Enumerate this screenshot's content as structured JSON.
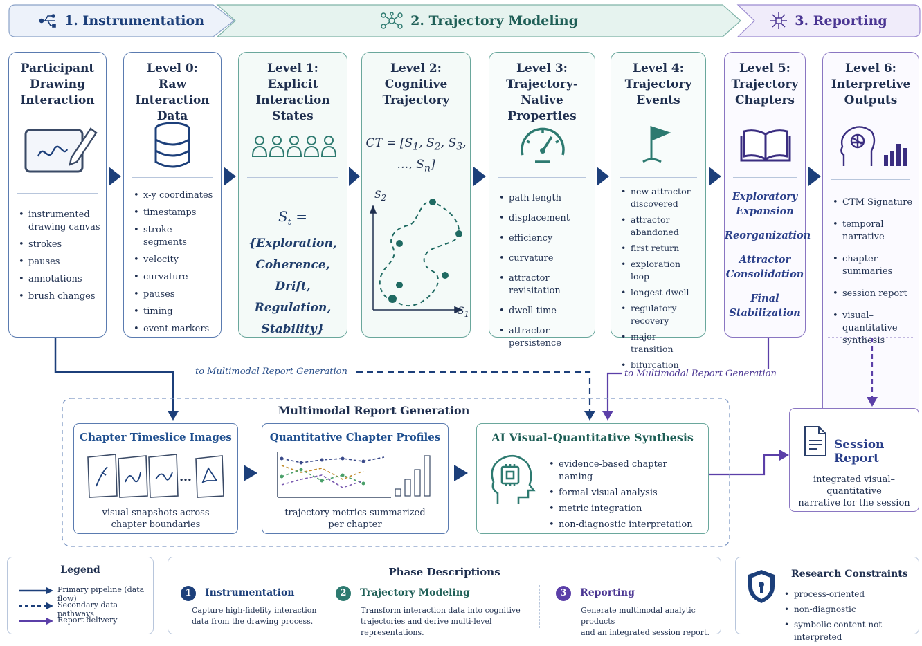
{
  "phases": [
    {
      "label": "1. Instrumentation",
      "icon": "usb-flow-icon"
    },
    {
      "label": "2. Trajectory Modeling",
      "icon": "network-icon"
    },
    {
      "label": "3. Reporting",
      "icon": "hub-icon"
    }
  ],
  "columns": {
    "participant": {
      "title": [
        "Participant",
        "Drawing",
        "Interaction"
      ],
      "items": [
        "instrumented drawing canvas",
        "strokes",
        "pauses",
        "annotations",
        "brush changes"
      ]
    },
    "level0": {
      "title": [
        "Level 0:",
        "Raw Interaction",
        "Data"
      ],
      "items": [
        "x-y coordinates",
        "timestamps",
        "stroke segments",
        "velocity",
        "curvature",
        "pauses",
        "timing",
        "event markers"
      ]
    },
    "level1": {
      "title": [
        "Level 1:",
        "Explicit Interaction",
        "States"
      ],
      "formula_lhs": "S",
      "formula_sub": "t",
      "formula_eq": "=",
      "formula_lines": [
        "{Exploration,",
        "Coherence, Drift,",
        "Regulation,",
        "Stability}"
      ]
    },
    "level2": {
      "title": [
        "Level 2:",
        "Cognitive",
        "Trajectory"
      ],
      "formula_line1": "CT = [S",
      "formula_line1_sub": [
        "1",
        "2",
        "3"
      ],
      "formula_line2": "…, S",
      "formula_line2_sub": "n",
      "axis_y": "S",
      "axis_y_sub": "2",
      "axis_x": "S",
      "axis_x_sub": "1"
    },
    "level3": {
      "title": [
        "Level 3:",
        "Trajectory-Native",
        "Properties"
      ],
      "items": [
        "path length",
        "displacement",
        "efficiency",
        "curvature",
        "attractor revisitation",
        "dwell time",
        "attractor persistence"
      ]
    },
    "level4": {
      "title": [
        "Level 4:",
        "Trajectory",
        "Events"
      ],
      "items": [
        "new attractor discovered",
        "attractor abandoned",
        "first return",
        "exploration loop",
        "longest dwell",
        "regulatory recovery",
        "major transition",
        "bifurcation"
      ]
    },
    "level5": {
      "title": [
        "Level 5:",
        "Trajectory",
        "Chapters"
      ],
      "chapters": [
        [
          "Exploratory",
          "Expansion"
        ],
        [
          "Reorganization"
        ],
        [
          "Attractor",
          "Consolidation"
        ],
        [
          "Final",
          "Stabilization"
        ]
      ]
    },
    "level6": {
      "title": [
        "Level 6:",
        "Interpretive",
        "Outputs"
      ],
      "items": [
        "CTM Signature",
        "temporal narrative",
        "chapter summaries",
        "session report",
        "visual–quantitative synthesis"
      ]
    }
  },
  "flow_labels": {
    "left": "to Multimodal Report Generation",
    "right": "to Multimodal Report Generation"
  },
  "mrg": {
    "title": "Multimodal Report Generation",
    "timeslice": {
      "title": "Chapter Timeslice Images",
      "caption": [
        "visual snapshots across",
        "chapter boundaries"
      ],
      "ellipsis": "…"
    },
    "profiles": {
      "title": "Quantitative Chapter Profiles",
      "caption": [
        "trajectory metrics summarized",
        "per chapter"
      ]
    },
    "synthesis": {
      "title": "AI Visual–Quantitative Synthesis",
      "items": [
        "evidence-based chapter naming",
        "formal visual analysis",
        "metric integration",
        "non-diagnostic interpretation"
      ]
    }
  },
  "session_report": {
    "title": "Session Report",
    "caption": [
      "integrated visual–quantitative",
      "narrative for the session"
    ]
  },
  "legend": {
    "title": "Legend",
    "items": [
      "Primary pipeline (data flow)",
      "Secondary data pathways",
      "Report delivery"
    ]
  },
  "phase_desc": {
    "title": "Phase Descriptions",
    "items": [
      {
        "num": "1",
        "title": "Instrumentation",
        "desc": [
          "Capture high-fidelity interaction",
          "data from the drawing process."
        ]
      },
      {
        "num": "2",
        "title": "Trajectory Modeling",
        "desc": [
          "Transform interaction data into cognitive",
          "trajectories and derive multi-level representations."
        ]
      },
      {
        "num": "3",
        "title": "Reporting",
        "desc": [
          "Generate multimodal analytic products",
          "and an integrated session report."
        ]
      }
    ]
  },
  "constraints": {
    "title": "Research Constraints",
    "items": [
      "process-oriented",
      "non-diagnostic",
      "symbolic content not interpreted"
    ]
  },
  "colors": {
    "navy": "#1c3f7a",
    "teal": "#2d7a70",
    "purple": "#5b3fa8"
  }
}
